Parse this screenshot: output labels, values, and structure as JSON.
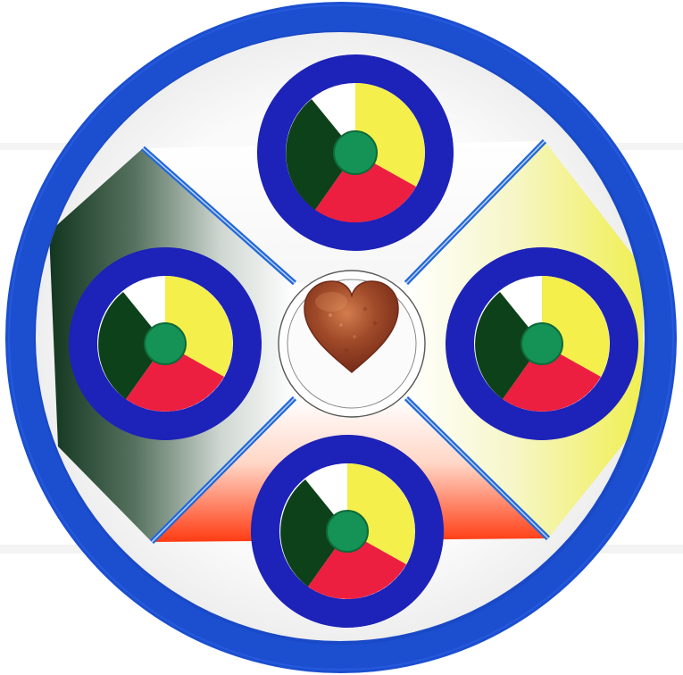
{
  "scene": {
    "subject": "medicine-wheel-artwork",
    "quadrants": [
      "top",
      "right",
      "bottom",
      "left"
    ],
    "small_wheels": [
      "top",
      "right",
      "bottom",
      "left"
    ],
    "center_symbol": "heart-stone"
  },
  "colors": {
    "background": "#ffffff",
    "outer_ring": "#1b4fd0",
    "outer_ring_dark": "#1538a8",
    "quadrant_top": "#fdfdfd",
    "quadrant_right": "#f4f07a",
    "quadrant_bottom": "#ff4a1c",
    "quadrant_left": "#2d5b3b",
    "divider_blue": "#2369d8",
    "small_ring": "#1d22b8",
    "segment_white": "#ffffff",
    "segment_yellow": "#f4ef4a",
    "segment_red": "#ec1f41",
    "segment_dark_green": "#0d4119",
    "center_dot": "#159256",
    "heart": "#9b3d22",
    "heart_highlight": "#d37d4f",
    "shadow_band": "#d8d8d8"
  }
}
